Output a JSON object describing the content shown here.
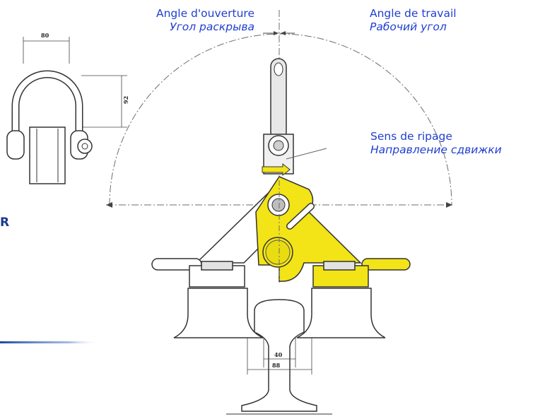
{
  "labels": {
    "opening_angle": {
      "fr": "Angle d'ouverture",
      "ru": "Угол раскрыва"
    },
    "working_angle": {
      "fr": "Angle de travail",
      "ru": "Рабочий угол"
    },
    "shift_direction": {
      "fr": "Sens de ripage",
      "ru": "Направление сдвижки"
    }
  },
  "dimensions": {
    "shackle_width": "80",
    "shackle_height": "92",
    "rail_head": "40",
    "rail_foot": "88"
  },
  "brand_fragment": "R",
  "colors": {
    "label_blue": "#1f3fd0",
    "clamp_yellow": "#f2e416",
    "line_gray": "#6d6d6d",
    "brand_blue": "#1a3a8c"
  }
}
